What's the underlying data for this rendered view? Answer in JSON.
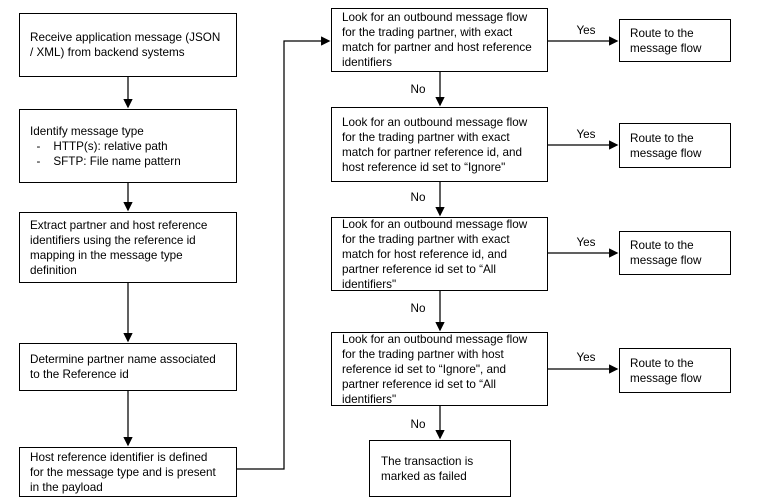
{
  "canvas": {
    "background_color": "#ffffff",
    "line_color": "#000000",
    "text_color": "#000000"
  },
  "labels": {
    "yes": "Yes",
    "no": "No"
  },
  "nodes": {
    "receive": {
      "text": "Receive application message (JSON\n/ XML) from backend systems"
    },
    "identify": {
      "text": "Identify message type\n  -    HTTP(s): relative path\n  -    SFTP: File name pattern"
    },
    "extract": {
      "text": "Extract partner and host reference\nidentifiers using the reference id\nmapping in the message type\ndefinition"
    },
    "determine": {
      "text": "Determine partner name associated\nto the Reference id"
    },
    "host_ref_defined": {
      "text": "Host reference identifier is defined\nfor the message type and is present\nin the payload"
    },
    "lookup_exact_partner_host": {
      "text": "Look for an outbound message flow\nfor the trading partner, with exact\nmatch for partner and host reference\nidentifiers"
    },
    "lookup_partner_exact_host_ignore": {
      "text": "Look for an outbound message flow\nfor the trading partner with exact\nmatch for partner reference id, and\nhost reference id set to “Ignore\""
    },
    "lookup_host_exact_partner_all": {
      "text": "Look for an outbound message flow\nfor the trading partner with exact\nmatch for host reference id, and\npartner reference id set to “All\nidentifiers\""
    },
    "lookup_host_ignore_partner_all": {
      "text": "Look for an outbound message flow\nfor the trading partner with host\nreference id set to “Ignore\", and\npartner reference id set to “All\nidentifiers\""
    },
    "transaction_failed": {
      "text": "The transaction is\nmarked as failed"
    },
    "route_1": {
      "text": "Route to the\nmessage flow"
    },
    "route_2": {
      "text": "Route to the\nmessage flow"
    },
    "route_3": {
      "text": "Route to the\nmessage flow"
    },
    "route_4": {
      "text": "Route to the\nmessage flow"
    }
  }
}
